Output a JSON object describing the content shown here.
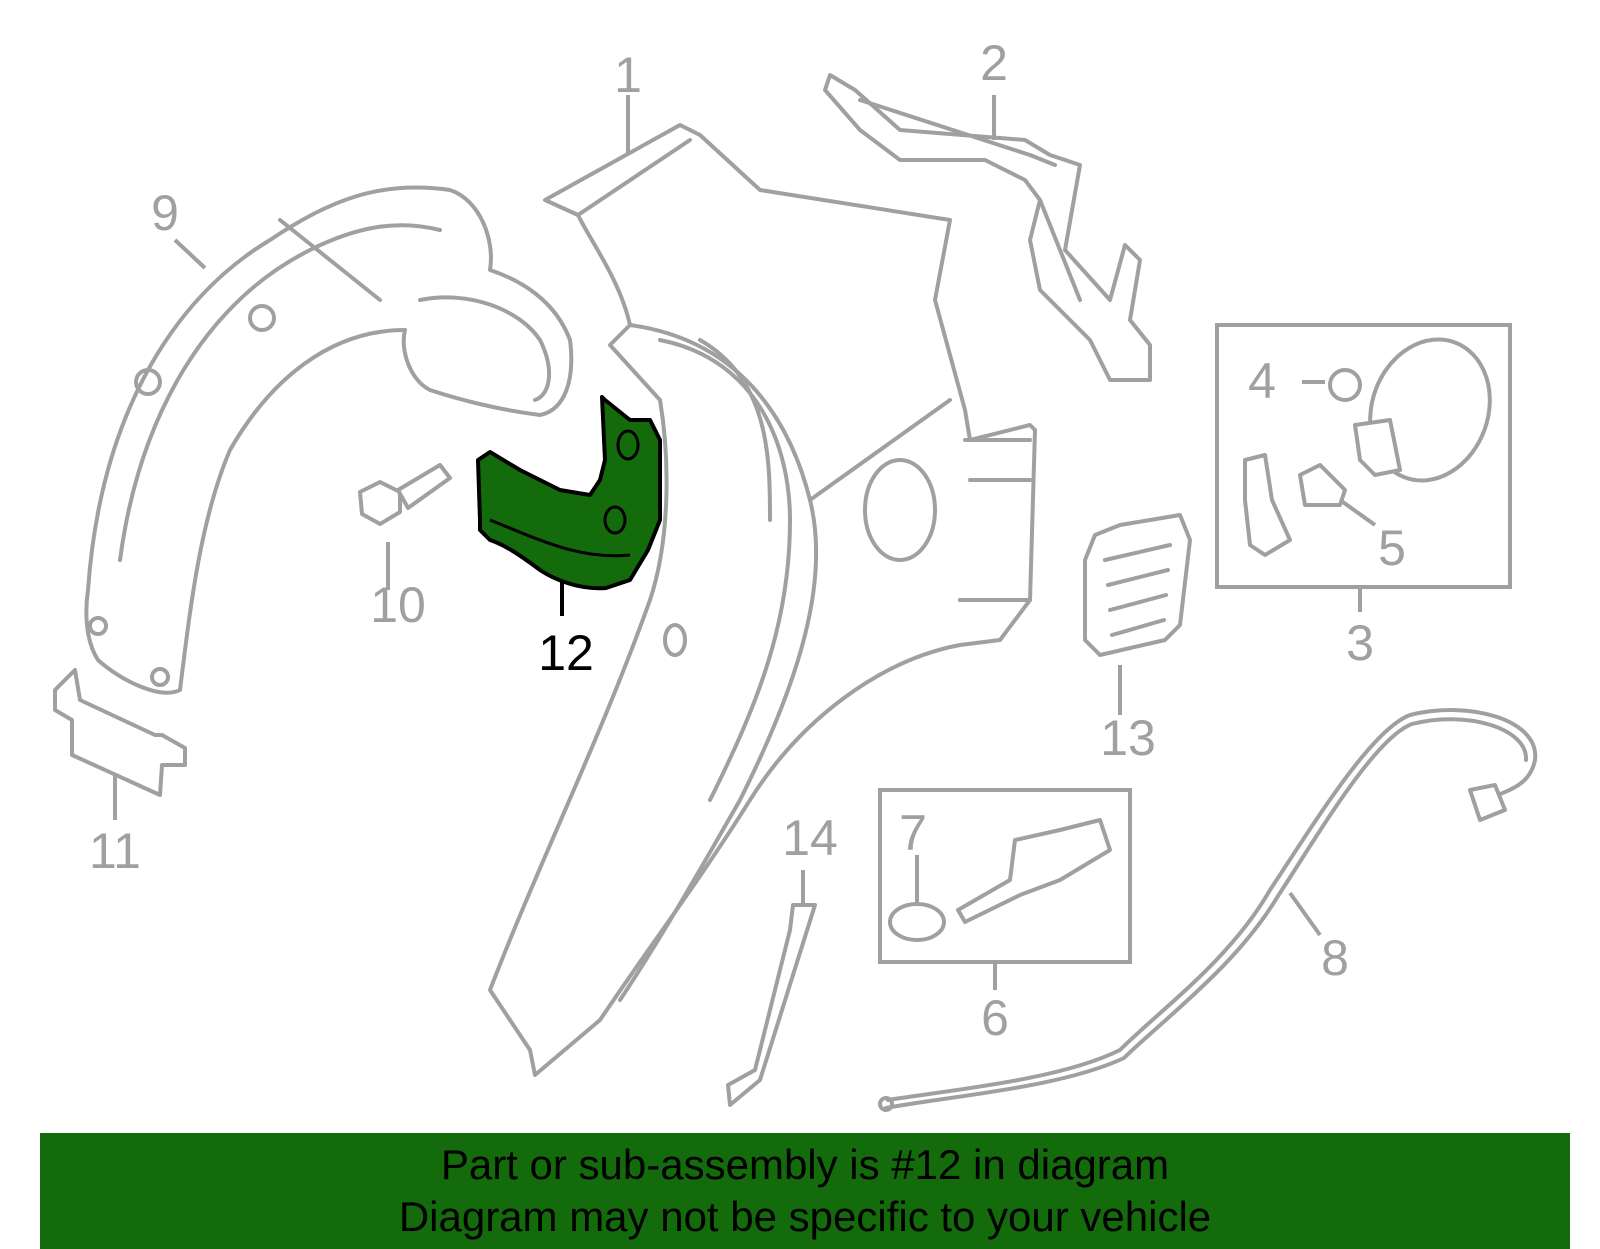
{
  "highlight": {
    "part": "12",
    "color": "#146b0b"
  },
  "callouts": [
    "1",
    "2",
    "3",
    "4",
    "5",
    "6",
    "7",
    "8",
    "9",
    "10",
    "11",
    "12",
    "13",
    "14"
  ],
  "banner": {
    "line1": "Part or sub-assembly is #12 in diagram",
    "line2": "Diagram may not be specific to your vehicle"
  }
}
